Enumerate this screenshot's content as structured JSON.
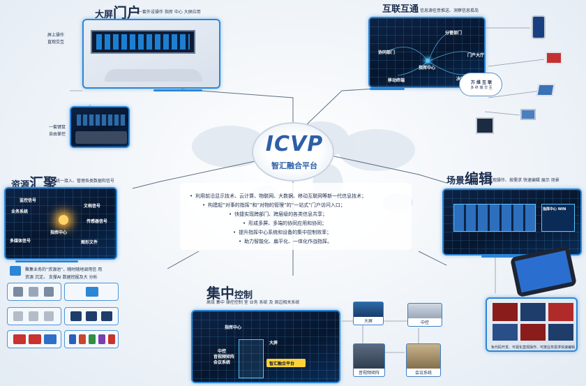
{
  "center": {
    "logo": "ICVP",
    "subtitle": "智汇融合平台"
  },
  "features": [
    "利用前沿显示技术、云计算、物联网、大数据、移动互联网等新一代信息技术；",
    "构建起“对事的指挥”和“对物的管理”的“一站式”门户访问入口；",
    "快捷实现跨部门、跨层级的各类信息共享；",
    "形成多屏、多端的协同应用和协同；",
    "提升指挥中心系统和设备的集中控制效率；",
    "助力智能化、扁平化、一体化作战指挥。"
  ],
  "portal": {
    "title_a": "大屏",
    "title_b": "门户",
    "subtitle": "一套外设操作 指挥 中心 大屏应用",
    "callout1_a": "屏上操作",
    "callout1_b": "直观交互",
    "callout2_a": "一套键鼠",
    "callout2_b": "自由掌控"
  },
  "interconnect": {
    "title_a": "互联",
    "title_b": "互通",
    "subtitle": "信息源任意推送、洞察信息孤岛",
    "nodes": [
      "分管部门",
      "协同部门",
      "门户大厅",
      "指挥中心",
      "移动终端",
      "决策会商"
    ],
    "cloud_a": "万 维 互 联",
    "cloud_b": "多 终 端 交 互"
  },
  "resource": {
    "title_a": "资源",
    "title_b": "汇聚",
    "subtitle": "统一接入、管理各类数据和信号",
    "nodes": [
      "监控信号",
      "业务系统",
      "文档信号",
      "传感器信号",
      "多媒体信号",
      "指挥中心",
      "图形文件"
    ],
    "desc_a": "聚集业务的“资源池”，随时随地调用信 用",
    "desc_b": "资源 沉淀， 支撑AI 数据挖掘及大 分析"
  },
  "scene": {
    "title_a": "场景",
    "title_b": "编辑",
    "subtitle": "直观操作、按需求 快速编辑 展示 场景",
    "caption": "免代码开发、可视化直观操作、可按业务需求快速编辑",
    "screen_label": "指挥中心 WIN"
  },
  "control": {
    "title_a": "集中",
    "title_b": "控制",
    "subtitle": "高效 集中 操控控制 室 业务 系统 及 周边相关系统",
    "center_label": "指挥中心",
    "items": [
      "大屏",
      "中控",
      "音视频矩阵",
      "会议系统"
    ],
    "panel_items": [
      "大屏",
      "中控",
      "音视频矩阵",
      "会议系统"
    ],
    "platform": "智汇融合平台"
  },
  "colors": {
    "accent": "#2b86d6",
    "dark": "#07162e",
    "glow": "#58c7ff",
    "brand": "#2d5fa8"
  }
}
